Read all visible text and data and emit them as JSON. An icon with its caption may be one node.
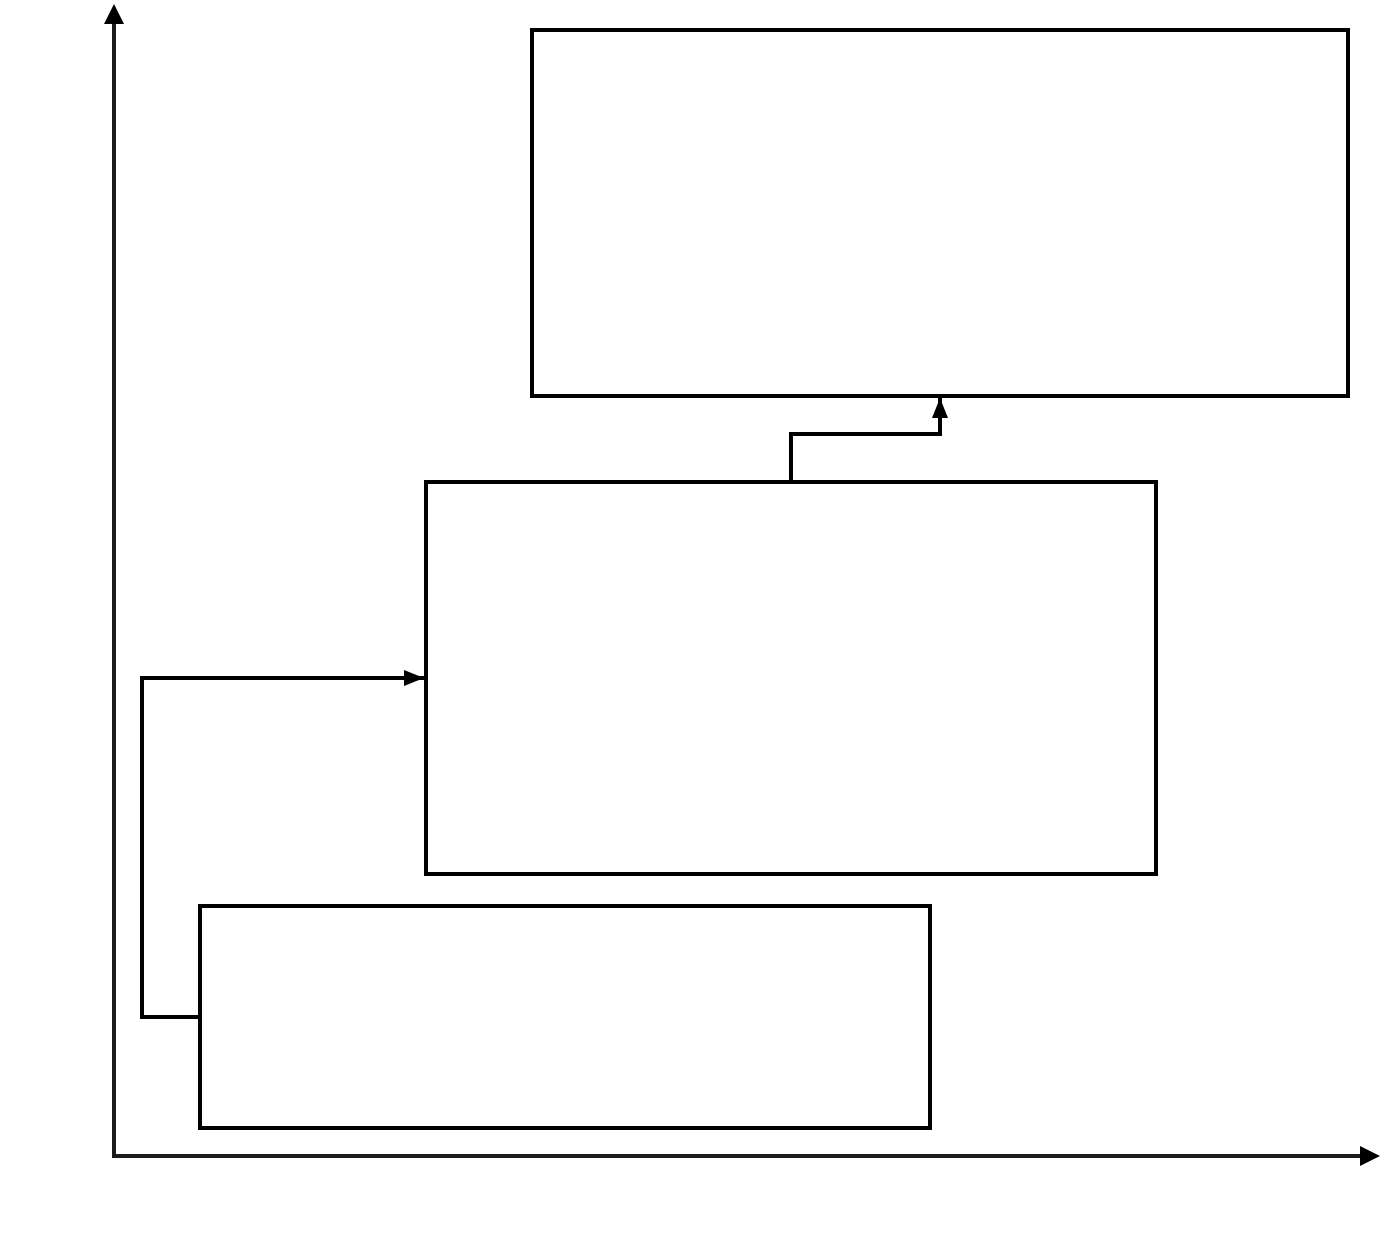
{
  "diagram": {
    "nodes": [
      {
        "text": [],
        "shape": "box"
      },
      {
        "text": [],
        "shape": "box"
      },
      {
        "text": [],
        "shape": "box"
      }
    ],
    "edges": [
      {
        "from": 2,
        "to": 1,
        "arrow": "to"
      },
      {
        "from": 1,
        "to": 0,
        "arrow": "to"
      }
    ]
  }
}
